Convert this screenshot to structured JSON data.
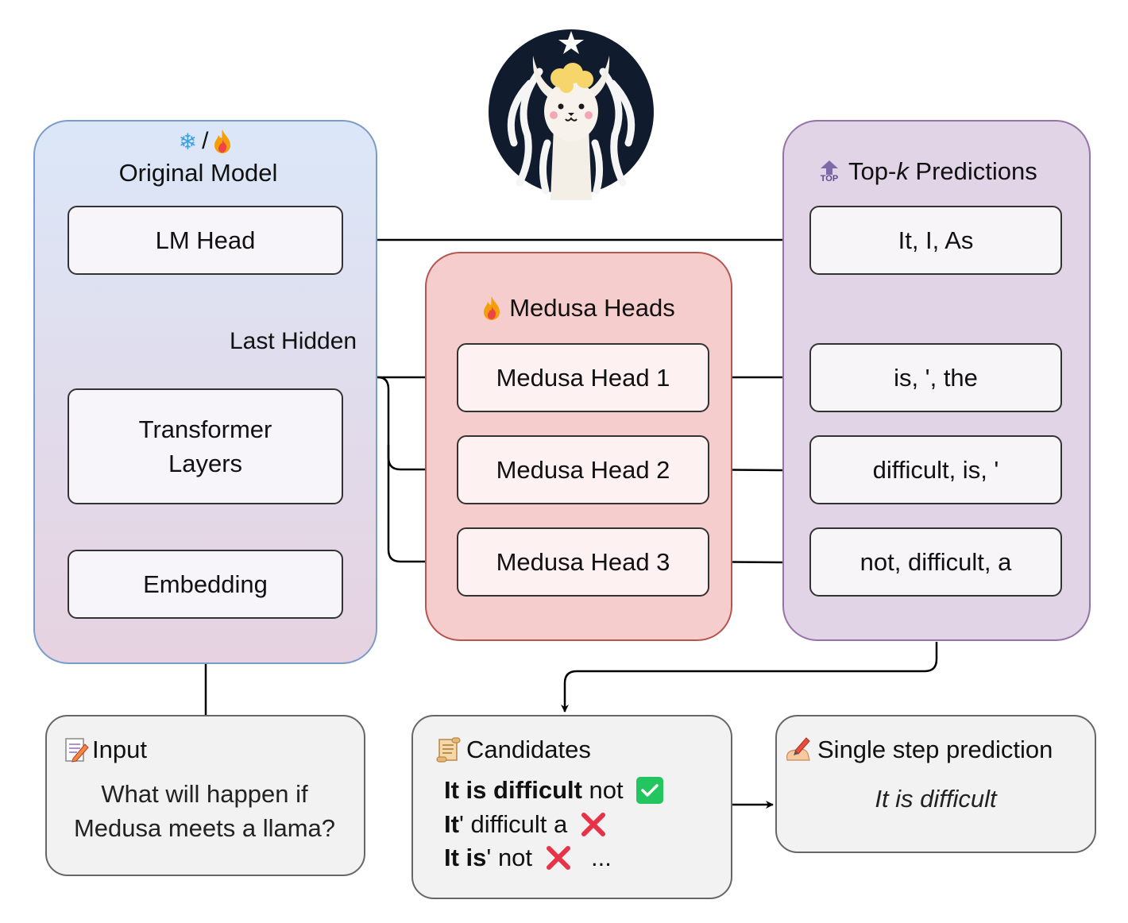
{
  "original_model": {
    "title": "Original Model",
    "separator": "/",
    "lm_head": "LM Head",
    "transformer": "Transformer Layers",
    "embedding": "Embedding",
    "last_hidden": "Last Hidden"
  },
  "medusa": {
    "title": "Medusa Heads",
    "heads": [
      "Medusa Head 1",
      "Medusa Head 2",
      "Medusa Head 3"
    ]
  },
  "topk": {
    "title_prefix": "Top-",
    "title_k": "k",
    "title_suffix": " Predictions",
    "icon_text": "TOP",
    "predictions": [
      "It, I, As",
      "is, ', the",
      "difficult, is, '",
      "not, difficult, a"
    ]
  },
  "input": {
    "title": "Input",
    "text": "What will happen if Medusa meets a llama?"
  },
  "candidates": {
    "title": "Candidates",
    "line1_bold": "It is difficult",
    "line1_rest": " not",
    "line2_bold": "It",
    "line2_rest": "' difficult a",
    "line3_bold": "It is",
    "line3_rest": "' not",
    "ellipsis": "..."
  },
  "single_step": {
    "title": "Single step prediction",
    "text": "It is difficult"
  },
  "colors": {
    "original_border": "#7a9cc8",
    "medusa_border": "#b85450",
    "topk_border": "#9673a6",
    "check": "#22c55e",
    "cross": "#e8324a"
  }
}
